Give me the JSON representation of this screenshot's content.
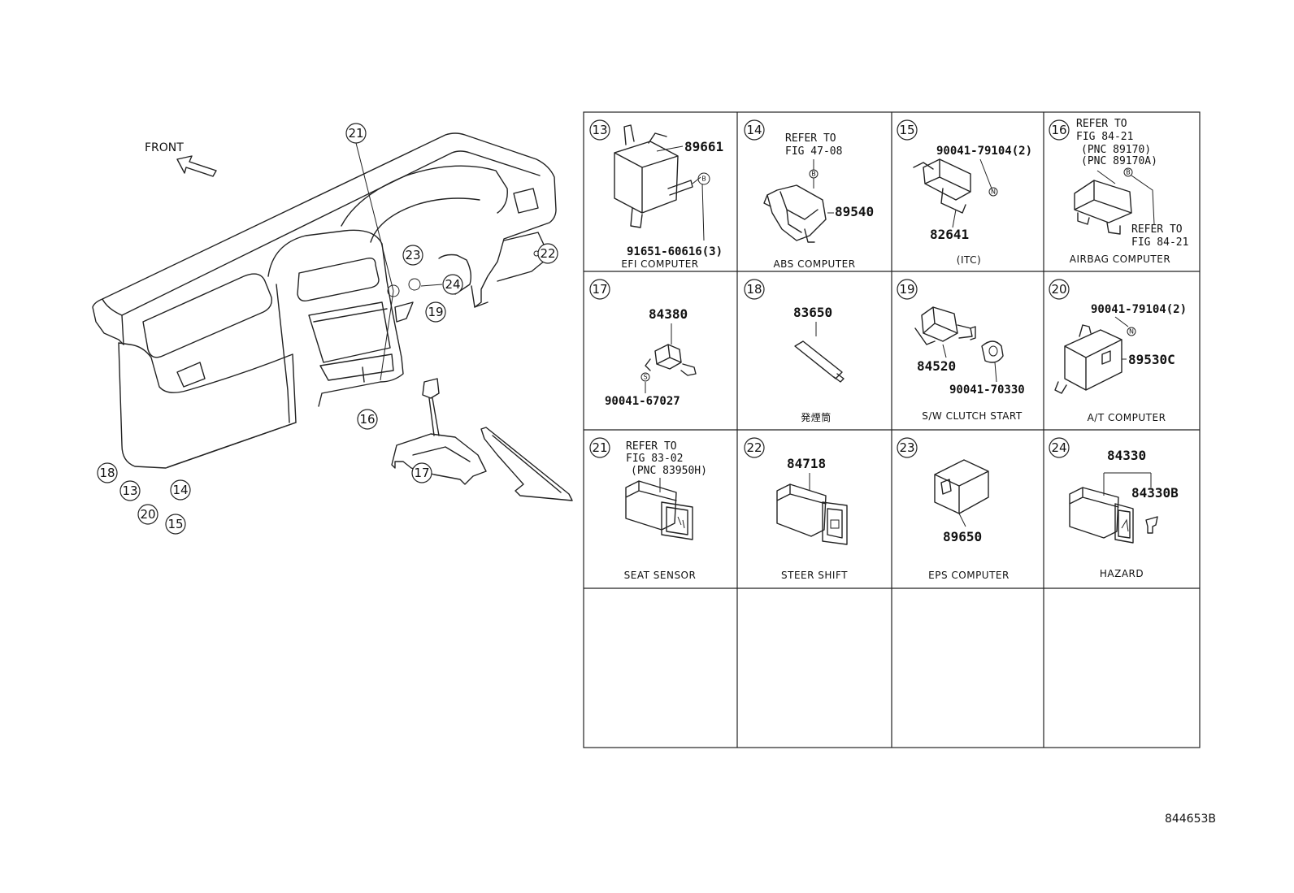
{
  "front_label": "FRONT",
  "diagram_code": "844653B",
  "overview_callouts": [
    "21",
    "23",
    "22",
    "24",
    "19",
    "16",
    "17",
    "18",
    "13",
    "14",
    "20",
    "15"
  ],
  "cells": [
    {
      "num": "13",
      "caption": "EFI COMPUTER",
      "parts": [
        "89661",
        "91651-60616(3)"
      ],
      "markers": [
        "B"
      ]
    },
    {
      "num": "14",
      "caption": "ABS COMPUTER",
      "parts": [
        "89540"
      ],
      "refer": [
        "REFER TO",
        "FIG 47-08"
      ],
      "markers": [
        "B"
      ]
    },
    {
      "num": "15",
      "caption": "(ITC)",
      "parts": [
        "90041-79104(2)",
        "82641"
      ],
      "markers": [
        "N"
      ]
    },
    {
      "num": "16",
      "caption": "AIRBAG COMPUTER",
      "refer": [
        "REFER TO",
        "FIG 84-21",
        "(PNC 89170)",
        "(PNC 89170A)"
      ],
      "refer2": [
        "REFER TO",
        "FIG 84-21"
      ],
      "markers": [
        "B"
      ]
    },
    {
      "num": "17",
      "caption": "",
      "parts": [
        "84380",
        "90041-67027"
      ],
      "markers": [
        "S"
      ]
    },
    {
      "num": "18",
      "caption": "発煙筒",
      "parts": [
        "83650"
      ]
    },
    {
      "num": "19",
      "caption": "S/W CLUTCH START",
      "parts": [
        "84520",
        "90041-70330"
      ]
    },
    {
      "num": "20",
      "caption": "A/T COMPUTER",
      "parts": [
        "90041-79104(2)",
        "89530C"
      ],
      "markers": [
        "N"
      ]
    },
    {
      "num": "21",
      "caption": "SEAT SENSOR",
      "refer": [
        "REFER TO",
        "FIG 83-02",
        "(PNC 83950H)"
      ]
    },
    {
      "num": "22",
      "caption": "STEER SHIFT",
      "parts": [
        "84718"
      ]
    },
    {
      "num": "23",
      "caption": "EPS COMPUTER",
      "parts": [
        "89650"
      ]
    },
    {
      "num": "24",
      "caption": "HAZARD",
      "parts": [
        "84330",
        "84330B"
      ]
    }
  ]
}
